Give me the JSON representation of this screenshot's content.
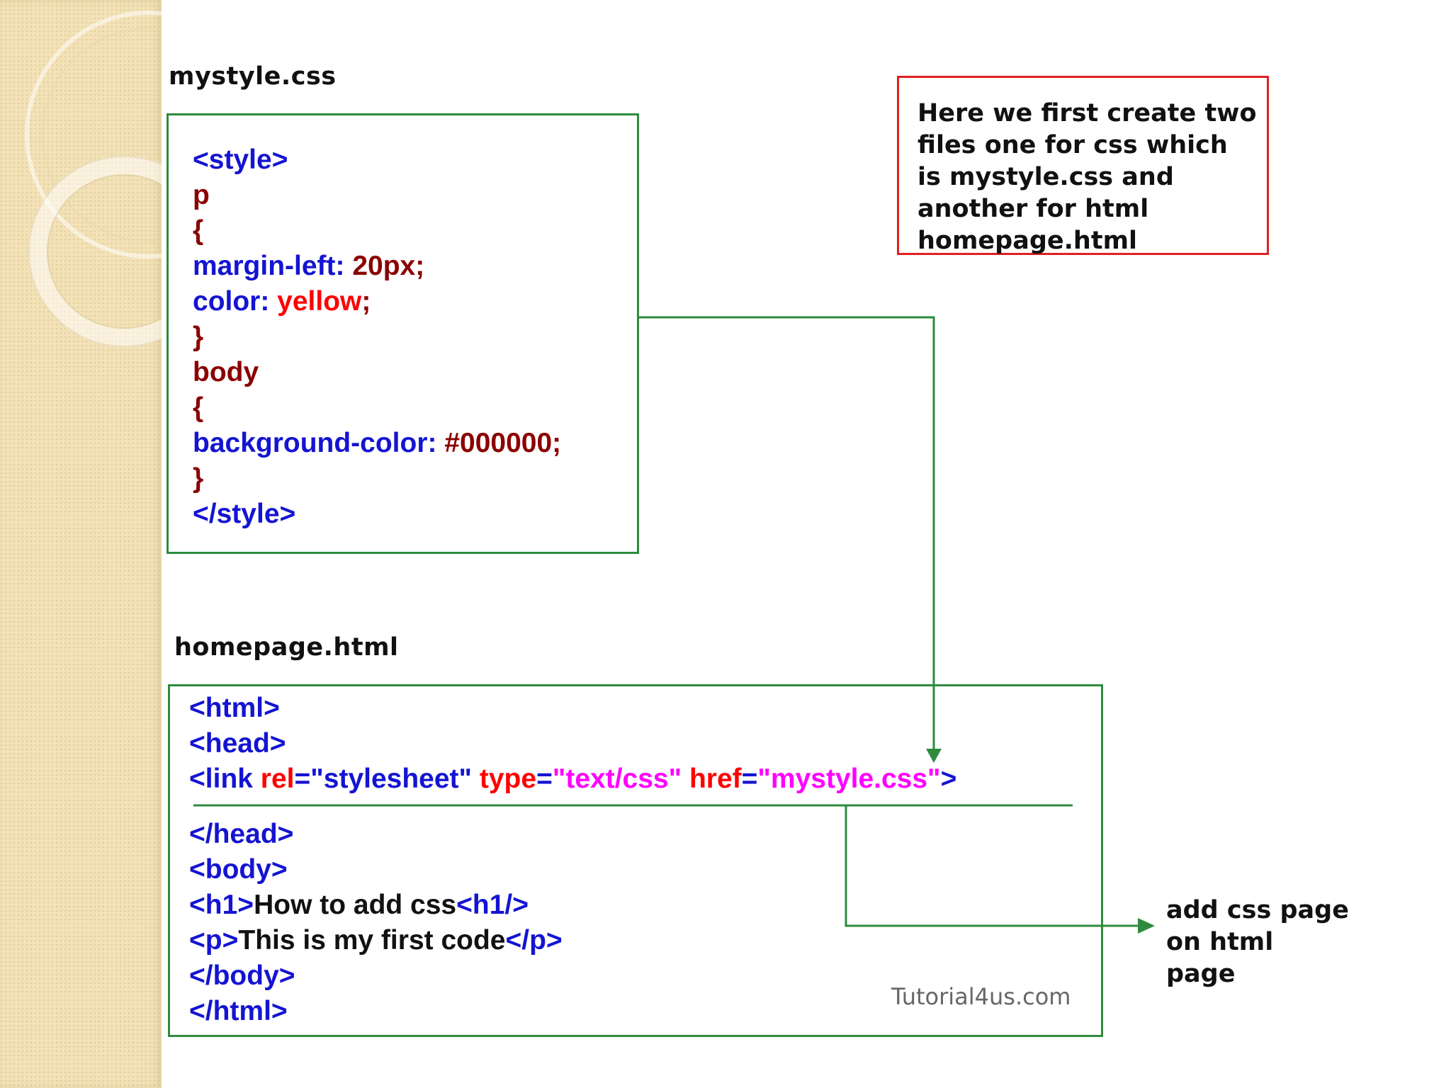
{
  "css_file": {
    "title": "mystyle.css",
    "lines": [
      "<style>",
      "p",
      "{",
      "margin-left:",
      " 20px;",
      "color:",
      " yellow",
      ";",
      "}",
      "body",
      "{",
      "background-color:",
      " #000000;",
      "}",
      "</style>"
    ]
  },
  "html_file": {
    "title": "homepage.html",
    "lines": {
      "html_open": "<html>",
      "head_open": "<head>",
      "link_lt": "<link ",
      "rel_attr": "rel",
      "rel_eq": "=\"stylesheet\" ",
      "type_attr": "type",
      "type_eq": "=",
      "type_val": "\"text/css\"",
      "href_attr": " href",
      "href_eq": "=",
      "href_val": "\"mystyle.css\"",
      "link_gt": ">",
      "head_close": "</head>",
      "body_open": "<body>",
      "h1_open": "<h1>",
      "h1_text": "How to add css",
      "h1_close": "<h1/>",
      "p_open": "<p>",
      "p_text": "This is my first code",
      "p_close": "</p>",
      "body_close": "</body>",
      "html_close": "</html>"
    },
    "watermark": "Tutorial4us.com"
  },
  "note": "Here we first create two files one for css which is mystyle.css and another for html homepage.html",
  "side_note": "add css page on html page",
  "colors": {
    "box_border": "#2e8b3e",
    "note_border": "#e02020",
    "tag_blue": "#1414d2",
    "selector_maroon": "#8b0000",
    "attr_red": "#ff0000",
    "value_magenta": "#ff00ff",
    "side_strip": "#f3e2b7"
  }
}
